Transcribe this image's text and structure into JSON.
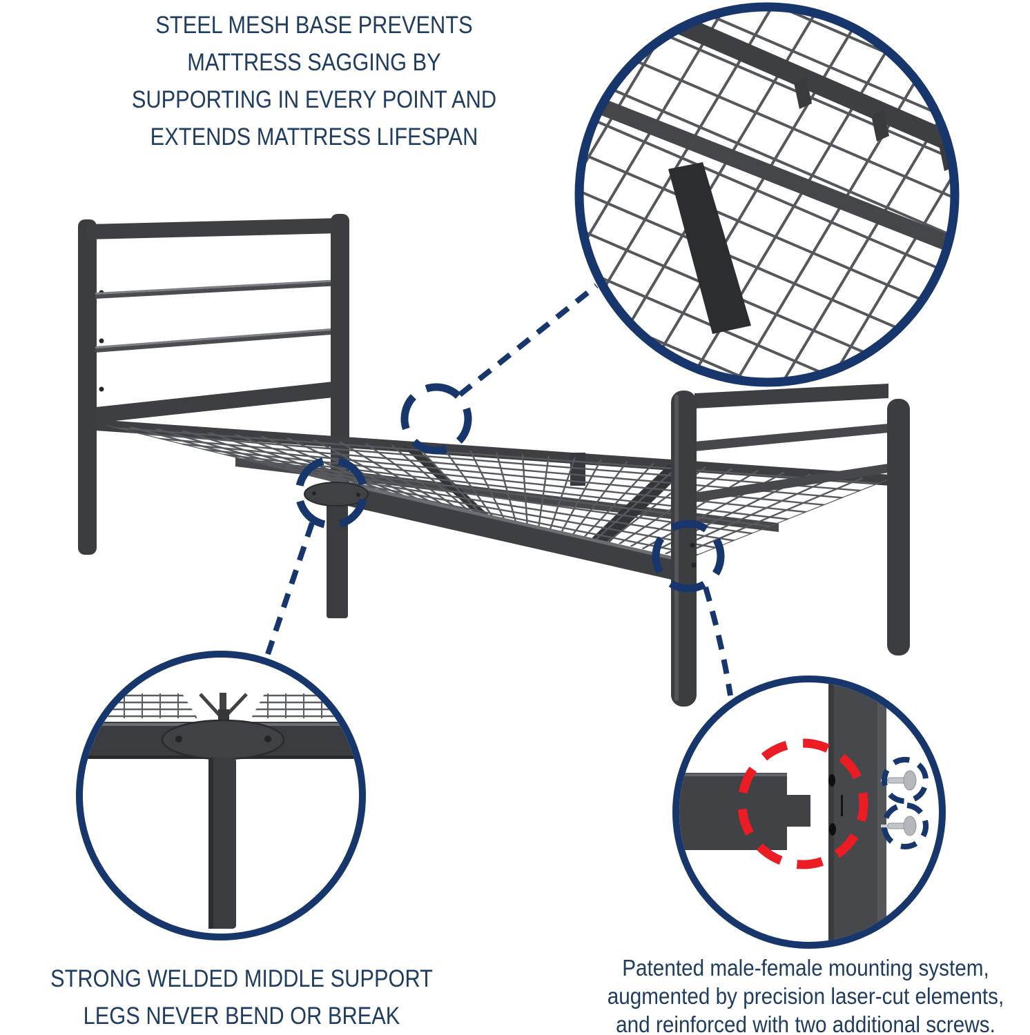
{
  "page_title": "Metal bed frame feature infographic",
  "colors": {
    "accent_navy": "#17366B",
    "text_navy": "#1F3C61",
    "highlight_red": "#EC1C24",
    "frame_dark_gray": "#3E3F42",
    "frame_light_gray": "#6E7175",
    "background": "#FFFFFF"
  },
  "captions": {
    "steel_mesh_lines": [
      "STEEL MESH BASE PREVENTS",
      "MATTRESS SAGGING BY",
      "SUPPORTING IN EVERY POINT AND",
      "EXTENDS MATTRESS LIFESPAN"
    ],
    "middle_leg_lines": [
      "STRONG WELDED MIDDLE SUPPORT",
      "LEGS NEVER BEND OR BREAK"
    ],
    "mounting_lines": [
      "Patented male-female mounting system,",
      "augmented by precision laser-cut elements,",
      "and reinforced with two additional screws."
    ]
  },
  "callouts": [
    {
      "id": "mesh-detail",
      "meaning": "steel mesh base close-up"
    },
    {
      "id": "middle-leg-detail",
      "meaning": "welded middle support leg close-up"
    },
    {
      "id": "mounting-detail",
      "meaning": "male-female mounting system close-up with two screws"
    }
  ]
}
